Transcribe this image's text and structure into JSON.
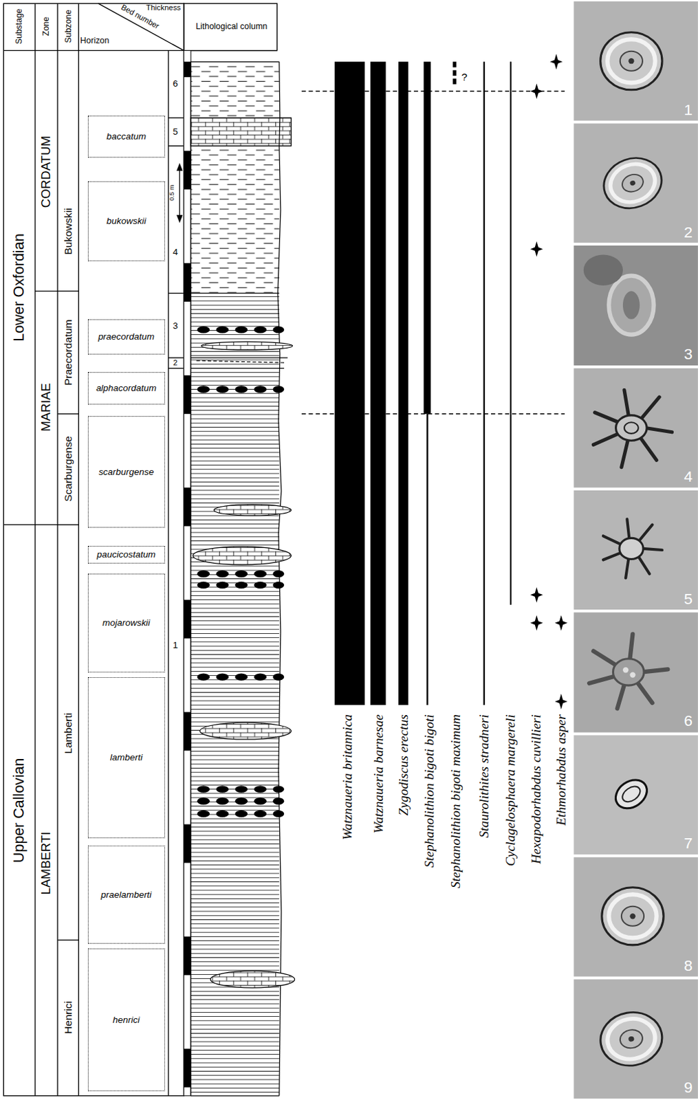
{
  "diagram": {
    "nodes": [
      {
        "text": [
          "baccatum"
        ]
      },
      {
        "text": [
          "bukowskii"
        ]
      },
      {
        "text": [
          "praecordatum"
        ]
      },
      {
        "text": [
          "alphacordatum"
        ]
      },
      {
        "text": [
          "scarburgense"
        ]
      },
      {
        "text": [
          "paucicostatum"
        ]
      },
      {
        "text": [
          "mojarowskii"
        ]
      },
      {
        "text": [
          "lamberti"
        ]
      },
      {
        "text": [
          "praelamberti"
        ]
      },
      {
        "text": [
          "henrici"
        ]
      }
    ],
    "labels": [
      "Substage",
      "Zone",
      "Subzone",
      "Horizon",
      "Bed number",
      "Thickness",
      "Lithological column",
      "Lower Oxfordian",
      "Upper Callovian",
      "CORDATUM",
      "MARIAE",
      "LAMBERTI",
      "Bukowskii",
      "Praecordatum",
      "Scarburgense",
      "Lamberti",
      "Henrici",
      "6",
      "5",
      "4",
      "3",
      "2",
      "1",
      "0.5 m",
      "?",
      "Watznaueria britannica",
      "Watznaueria barnesae",
      "Zygodiscus erectus",
      "Stephanolithion bigoti bigoti",
      "Stephanolithion bigoti maximum",
      "Staurolithites stradneri",
      "Cyclagelosphaera margereli",
      "Hexapodorhabdus cuvillieri",
      "Ethmorhabdus asper",
      "1",
      "2",
      "3",
      "4",
      "5",
      "6",
      "7",
      "8",
      "9"
    ]
  }
}
